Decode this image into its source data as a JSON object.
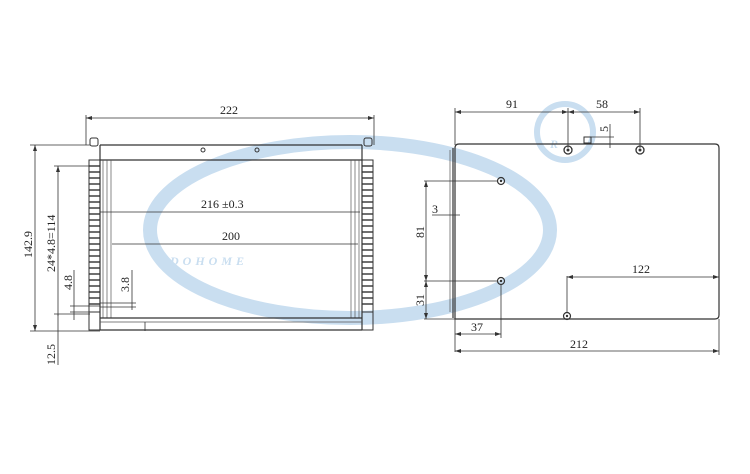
{
  "watermark": {
    "brand": "DOHOME",
    "registered_mark": "R",
    "color": "#c9def0"
  },
  "front_view": {
    "overall_width": "222",
    "mounting_width": "216 ±0.3",
    "inner_width": "200",
    "overall_height": "142.9",
    "fin_array": "24*4.8=114",
    "fin_pitch": "4.8",
    "fin_gap": "3.8",
    "base_offset": "12.5"
  },
  "side_view": {
    "hole_offset_top_left": "91",
    "hole_spacing_top": "58",
    "tab_height": "5",
    "flange_thickness": "3",
    "hole_vertical_spacing": "81",
    "hole_bottom_offset": "31",
    "hole_left_offset": "37",
    "bottom_hole_right_offset": "122",
    "overall_depth": "212"
  },
  "colors": {
    "line": "#333333",
    "watermark": "#c9def0",
    "background": "#ffffff"
  }
}
